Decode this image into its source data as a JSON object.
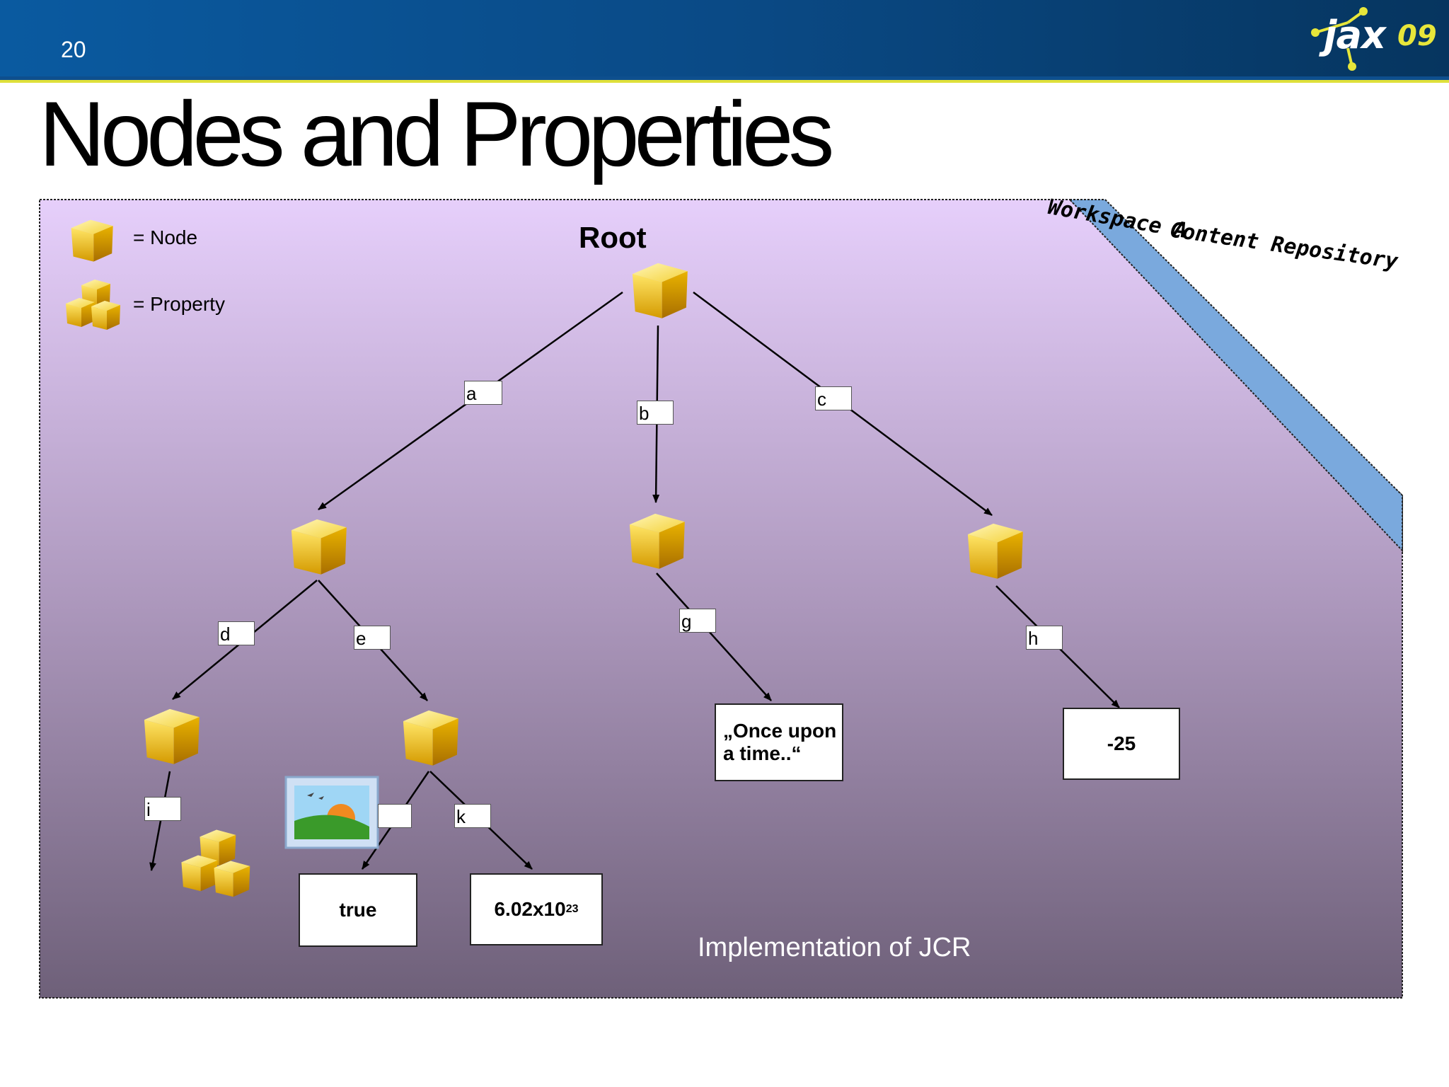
{
  "header": {
    "slide_number": "20",
    "logo_text": "jax",
    "logo_num": "09"
  },
  "title": "Nodes and Properties",
  "legend": {
    "node": "= Node",
    "property": "= Property"
  },
  "diagram": {
    "root": "Root",
    "edges": {
      "a": "a",
      "b": "b",
      "c": "c",
      "d": "d",
      "e": "e",
      "g": "g",
      "h": "h",
      "i": "i",
      "j": "",
      "k": "k"
    },
    "values": {
      "once": [
        "„Once upon",
        "a time..“"
      ],
      "neg": "-25",
      "true": "true",
      "num": "6.02x10",
      "num_exp": "23"
    },
    "workspace": "Workspace A",
    "repository": "Content Repository",
    "footer": "Implementation of JCR"
  },
  "colors": {
    "panel_top": "#e6cffb",
    "panel_bottom": "#6e6079",
    "ribbon": "#7aa9dd",
    "cube": "#f0c21a",
    "header": "#0a4a86"
  }
}
